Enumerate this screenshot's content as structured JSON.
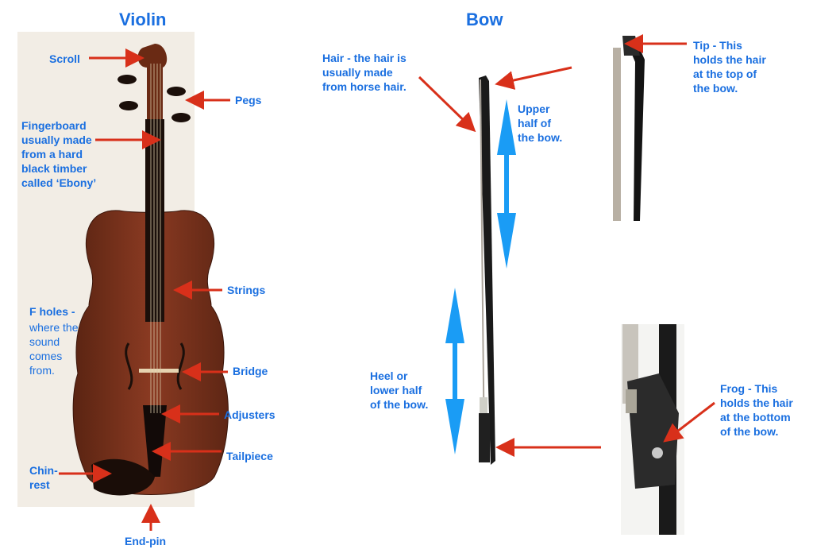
{
  "violin": {
    "title": "Violin",
    "labels": {
      "scroll": "Scroll",
      "pegs": "Pegs",
      "fingerboard": "Fingerboard\nusually made\nfrom a hard\nblack timber\ncalled ‘Ebony’",
      "strings": "Strings",
      "fholes_head": "F holes -",
      "fholes_body": "where the\nsound\ncomes\nfrom.",
      "bridge": "Bridge",
      "adjusters": "Adjusters",
      "tailpiece": "Tailpiece",
      "chinrest": "Chin-\nrest",
      "endpin": "End-pin"
    }
  },
  "bow": {
    "title": "Bow",
    "labels": {
      "hair": "Hair - the hair is\nusually made\nfrom horse hair.",
      "upper": "Upper\nhalf of\nthe bow.",
      "heel": "Heel or\nlower half\nof the bow.",
      "tip": "Tip - This\nholds the hair\nat the top of\nthe bow.",
      "frog": "Frog - This\nholds the hair\nat the bottom\nof the bow."
    }
  },
  "colors": {
    "label": "#1a6fe0",
    "arrow": "#d8301a",
    "span_arrow": "#1a9cf5"
  }
}
